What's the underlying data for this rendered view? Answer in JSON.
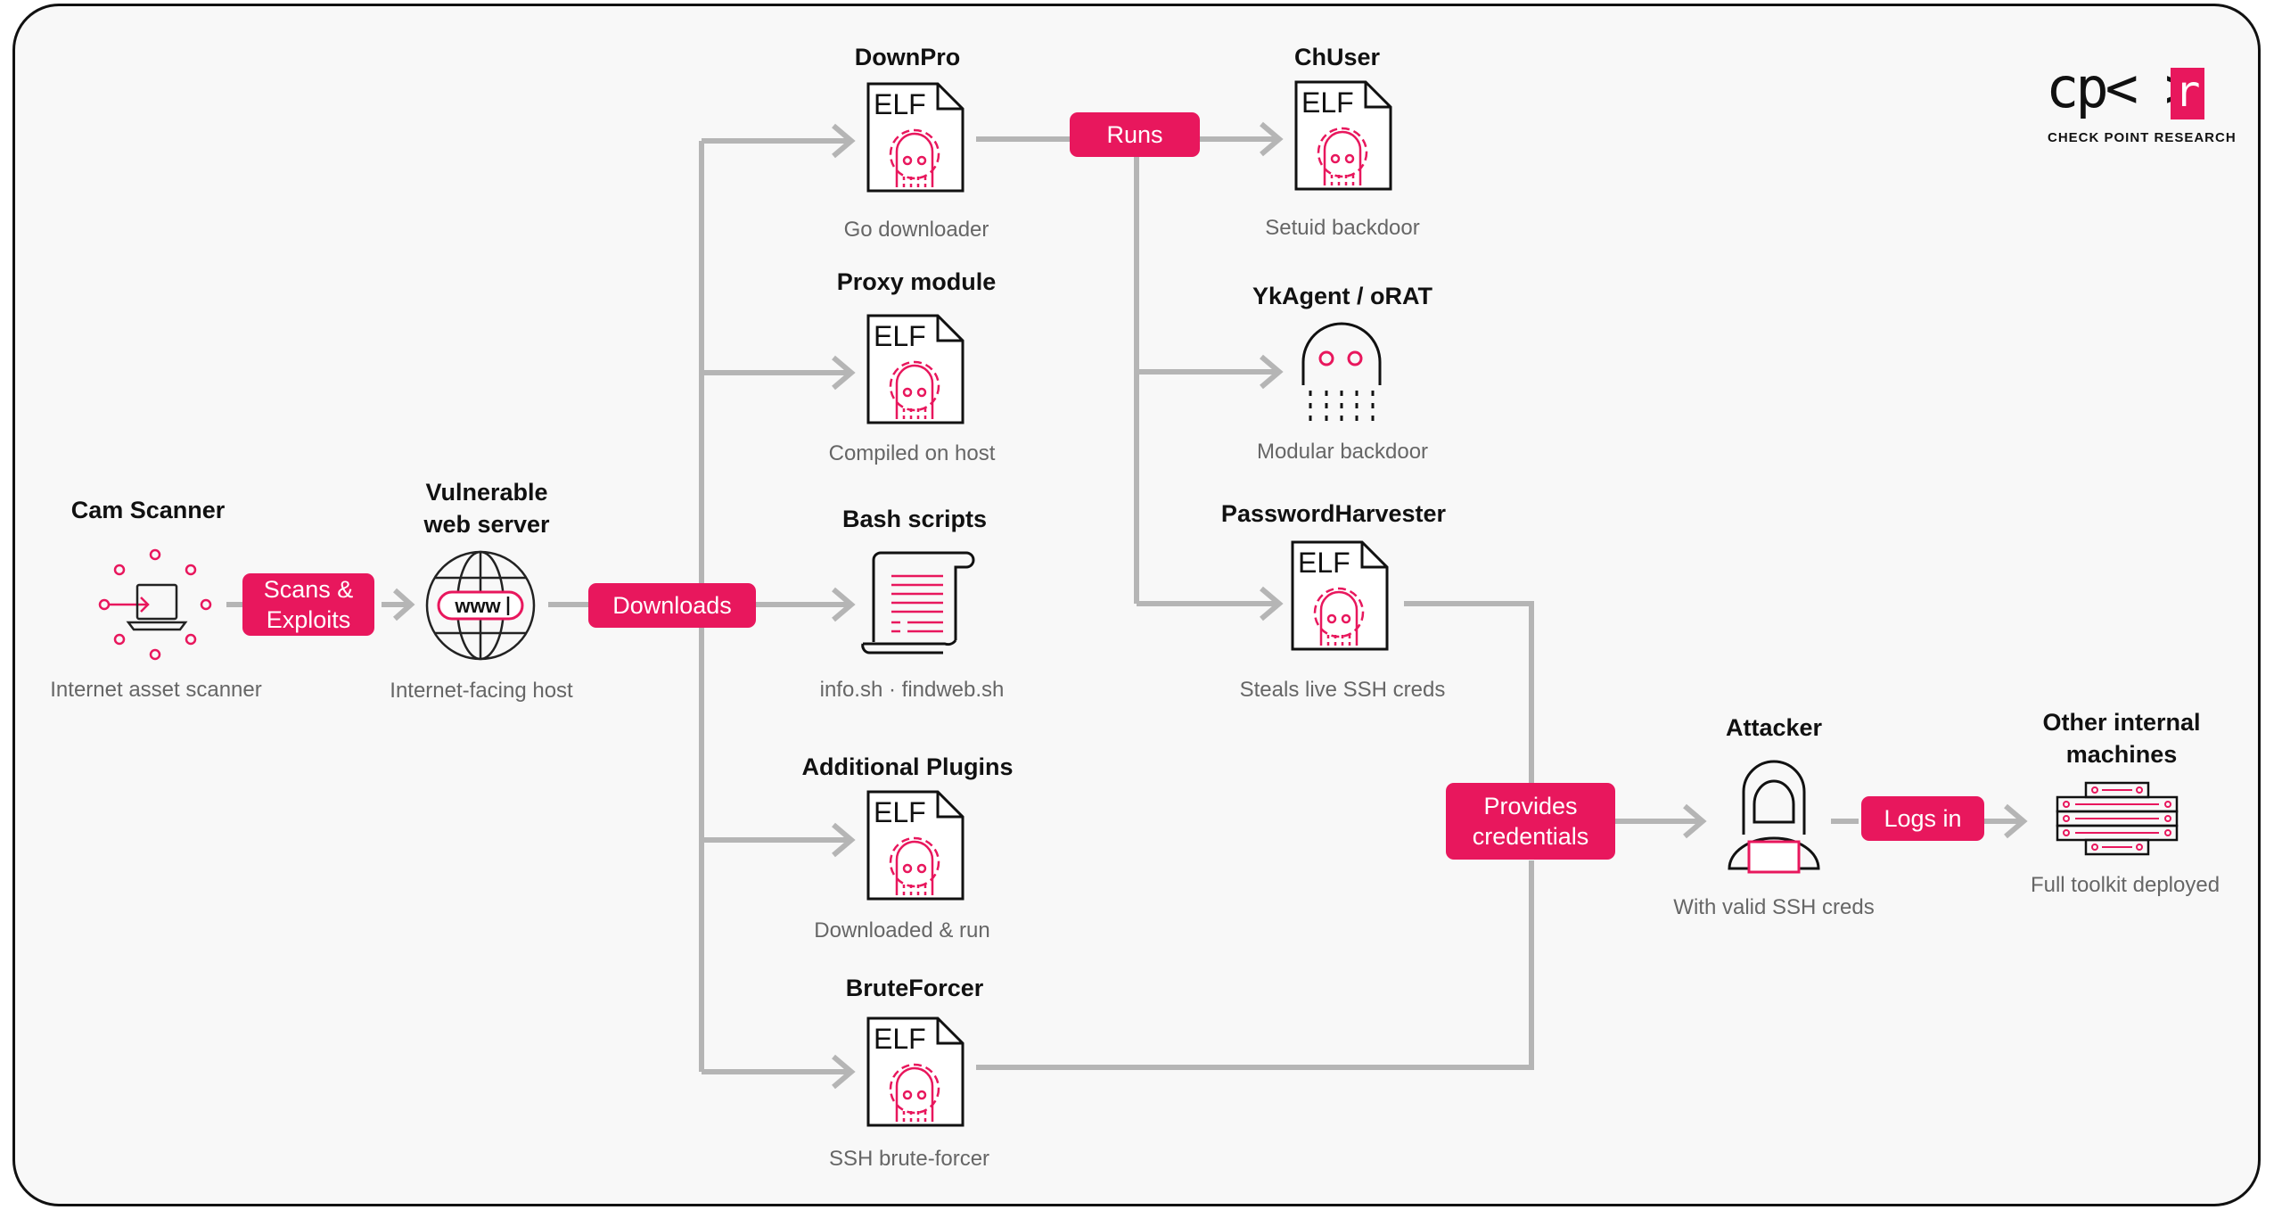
{
  "colors": {
    "accent": "#e8175d",
    "arrow": "#b5b5b5",
    "text": "#111111",
    "subtext": "#666666"
  },
  "logo": {
    "main": "cp<r>",
    "mark": "r",
    "tagline": "CHECK POINT RESEARCH"
  },
  "nodes": {
    "cam_scanner": {
      "title": "Cam Scanner",
      "subtitle": "Internet asset scanner",
      "icon": "scanner-laptop-icon"
    },
    "web_server": {
      "title": "Vulnerable\nweb server",
      "subtitle": "Internet-facing host",
      "icon": "globe-www-icon",
      "icon_text": "www"
    },
    "downpro": {
      "title": "DownPro",
      "subtitle": "Go downloader",
      "icon": "elf-file-icon"
    },
    "proxy": {
      "title": "Proxy module",
      "subtitle": "Compiled on host",
      "icon": "elf-file-icon"
    },
    "bash": {
      "title": "Bash scripts",
      "subtitle": "info.sh · findweb.sh",
      "icon": "script-scroll-icon"
    },
    "plugins": {
      "title": "Additional Plugins",
      "subtitle": "Downloaded & run",
      "icon": "elf-file-icon"
    },
    "bruteforcer": {
      "title": "BruteForcer",
      "subtitle": "SSH brute-forcer",
      "icon": "elf-file-icon"
    },
    "chuser": {
      "title": "ChUser",
      "subtitle": "Setuid backdoor",
      "icon": "elf-file-icon"
    },
    "ykagent": {
      "title": "YkAgent / oRAT",
      "subtitle": "Modular backdoor",
      "icon": "ghost-icon"
    },
    "harvester": {
      "title": "PasswordHarvester",
      "subtitle": "Steals live SSH creds",
      "icon": "elf-file-icon"
    },
    "attacker": {
      "title": "Attacker",
      "subtitle": "With valid SSH creds",
      "icon": "hooded-hacker-icon"
    },
    "internal": {
      "title": "Other internal\nmachines",
      "subtitle": "Full toolkit deployed",
      "icon": "server-rack-icon"
    }
  },
  "elf_label": "ELF",
  "edges": {
    "scans": "Scans &\nExploits",
    "downloads": "Downloads",
    "runs": "Runs",
    "provides": "Provides\ncredentials",
    "logs_in": "Logs in"
  }
}
